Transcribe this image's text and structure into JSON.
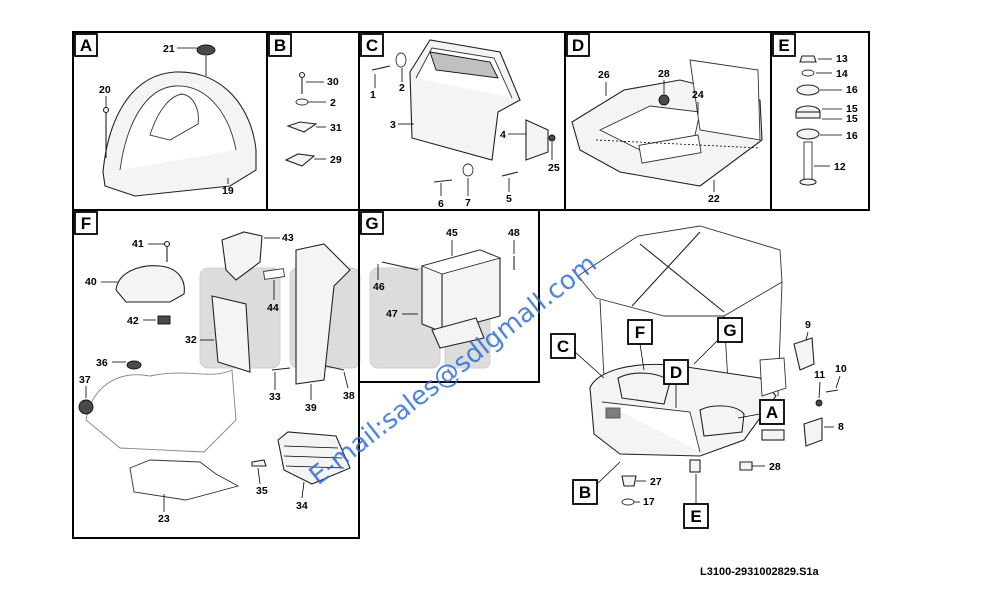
{
  "panels": {
    "A": {
      "label": "A",
      "parts": [
        "21",
        "20",
        "19"
      ]
    },
    "B": {
      "label": "B",
      "parts": [
        "30",
        "2",
        "31",
        "29"
      ]
    },
    "C": {
      "label": "C",
      "parts": [
        "1",
        "2",
        "3",
        "4",
        "25",
        "6",
        "7",
        "5"
      ]
    },
    "D": {
      "label": "D",
      "parts": [
        "26",
        "28",
        "24",
        "22"
      ]
    },
    "E": {
      "label": "E",
      "parts": [
        "13",
        "14",
        "16",
        "15",
        "15",
        "16",
        "12"
      ]
    },
    "F": {
      "label": "F",
      "parts": [
        "41",
        "43",
        "40",
        "44",
        "42",
        "32",
        "36",
        "37",
        "33",
        "39",
        "38",
        "23",
        "35",
        "34"
      ]
    },
    "G": {
      "label": "G",
      "parts": [
        "45",
        "48",
        "46",
        "47"
      ]
    }
  },
  "overview": {
    "callouts": [
      "C",
      "F",
      "G",
      "D",
      "A",
      "B",
      "E"
    ],
    "parts": [
      "9",
      "10",
      "11",
      "8",
      "27",
      "17",
      "28"
    ]
  },
  "watermark": "E-mail:sales@sdlgmall.com",
  "doc_ref": "L3100-2931002829.S1a"
}
